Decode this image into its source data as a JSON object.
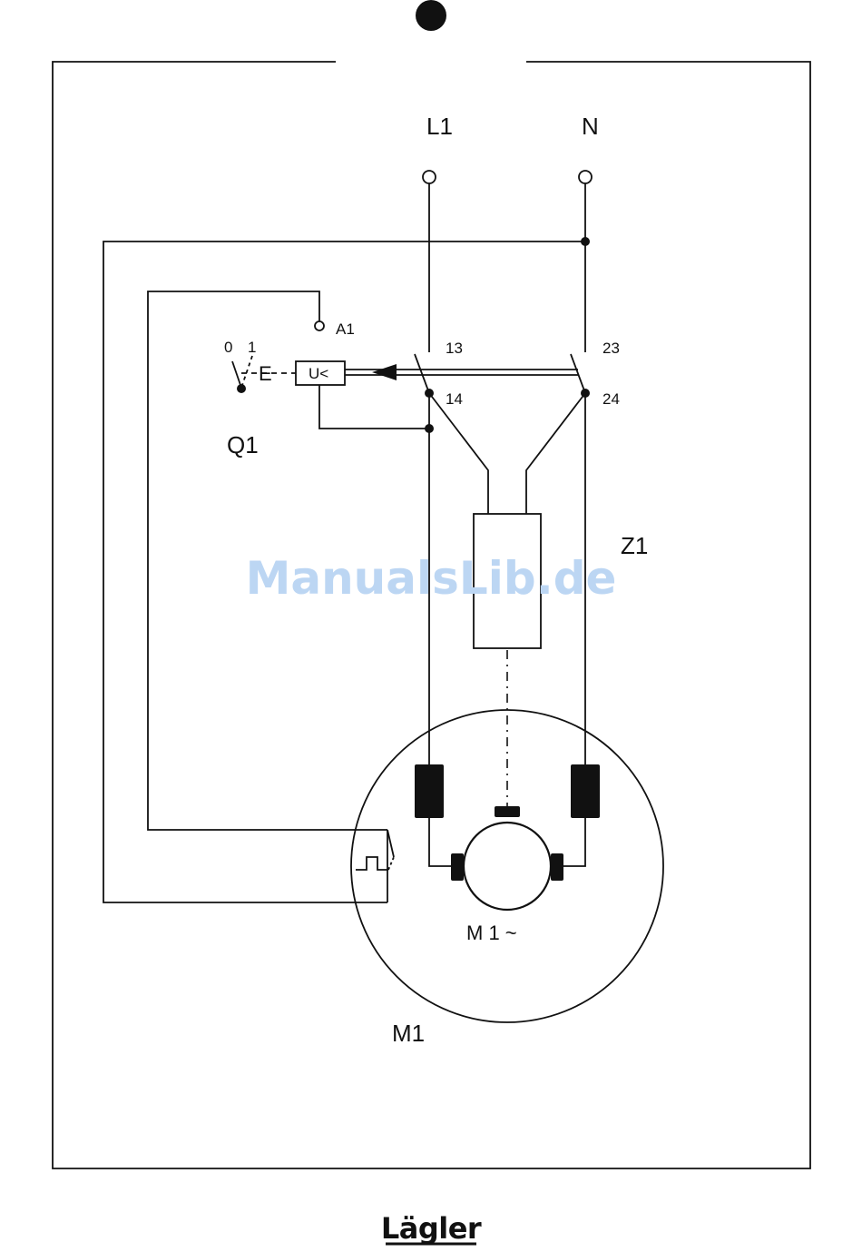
{
  "page_marker": "●",
  "supply": {
    "line_label": "L1",
    "neutral_label": "N"
  },
  "contactor": {
    "terminal_13": "13",
    "terminal_14": "14",
    "terminal_23": "23",
    "terminal_24": "24",
    "coil_terminal": "A1",
    "release_label": "U<",
    "switch_pos_off": "0",
    "switch_pos_on": "1",
    "operator_symbol": "E",
    "designation": "Q1"
  },
  "filter": {
    "designation": "Z1"
  },
  "motor": {
    "designation": "M1",
    "type_label": "M 1 ~"
  },
  "watermark": "ManualsLib.de",
  "footer": {
    "logo_text": "Lägler"
  }
}
